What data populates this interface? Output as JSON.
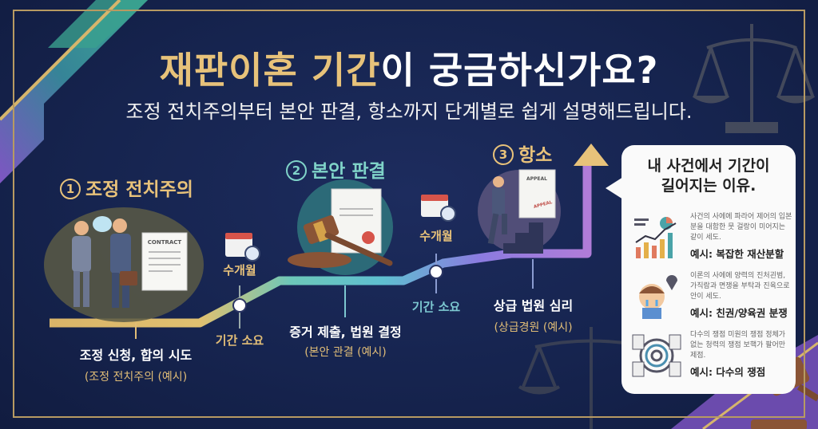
{
  "header": {
    "title_highlight": "재판이혼 기간",
    "title_rest": "이 궁금하신가요?",
    "subtitle": "조정 전치주의부터 본안 판결, 항소까지 단계별로 쉽게 설명해드립니다."
  },
  "steps": [
    {
      "number": "1",
      "title": "조정 전치주의",
      "label": "조정 신청, 합의 시도",
      "example": "(조정 전치주의 (예시)",
      "illustration": "handshake-contract",
      "doc_text": "CONTRACT"
    },
    {
      "number": "2",
      "title": "본안 판결",
      "label": "증거 제출, 법원 결정",
      "example": "(본안 관결 (예시)",
      "illustration": "gavel-judgment"
    },
    {
      "number": "3",
      "title": "항소",
      "label": "상급 법원 심리",
      "example": "(상급경원 (예시)",
      "illustration": "climbing-appeal",
      "doc_text": "APPEAL",
      "stamp_text": "APPEAL"
    }
  ],
  "intervals": [
    {
      "months": "수개월",
      "duration": "기간 소요",
      "color": "#e1bd77"
    },
    {
      "months": "수개월",
      "duration": "기간 소요",
      "color": "#7cc7d0"
    }
  ],
  "colors": {
    "background": "#16244f",
    "gold": "#e7c27a",
    "teal": "#7fd3c8",
    "purple": "#9b7be0",
    "frame": "#b79a62"
  },
  "reasons_panel": {
    "title_line1": "내 사건에서 기간이",
    "title_line2": "길어지는 이유.",
    "items": [
      {
        "icon": "chart-icon",
        "desc": "사건의 사에에 파라어 제어의 입본분을 대함한 뭇 걸랑이 미어지는 같이 세도.",
        "example": "예시: 복잡한 재산분할"
      },
      {
        "icon": "crying-child-icon",
        "desc": "이론의 사에에 양력의 진처괸범, 가직람과 면쟁을 부탁과 진육으로 안이 세도.",
        "example": "예시: 친권/양육권 분쟁"
      },
      {
        "icon": "maze-documents-icon",
        "desc": "다수의 쟁점 미원의 쟁점 정체가 없는 청력의 쟁점 보핵가 팔어만 제점.",
        "example": "예시: 다수의 쟁점"
      }
    ]
  }
}
